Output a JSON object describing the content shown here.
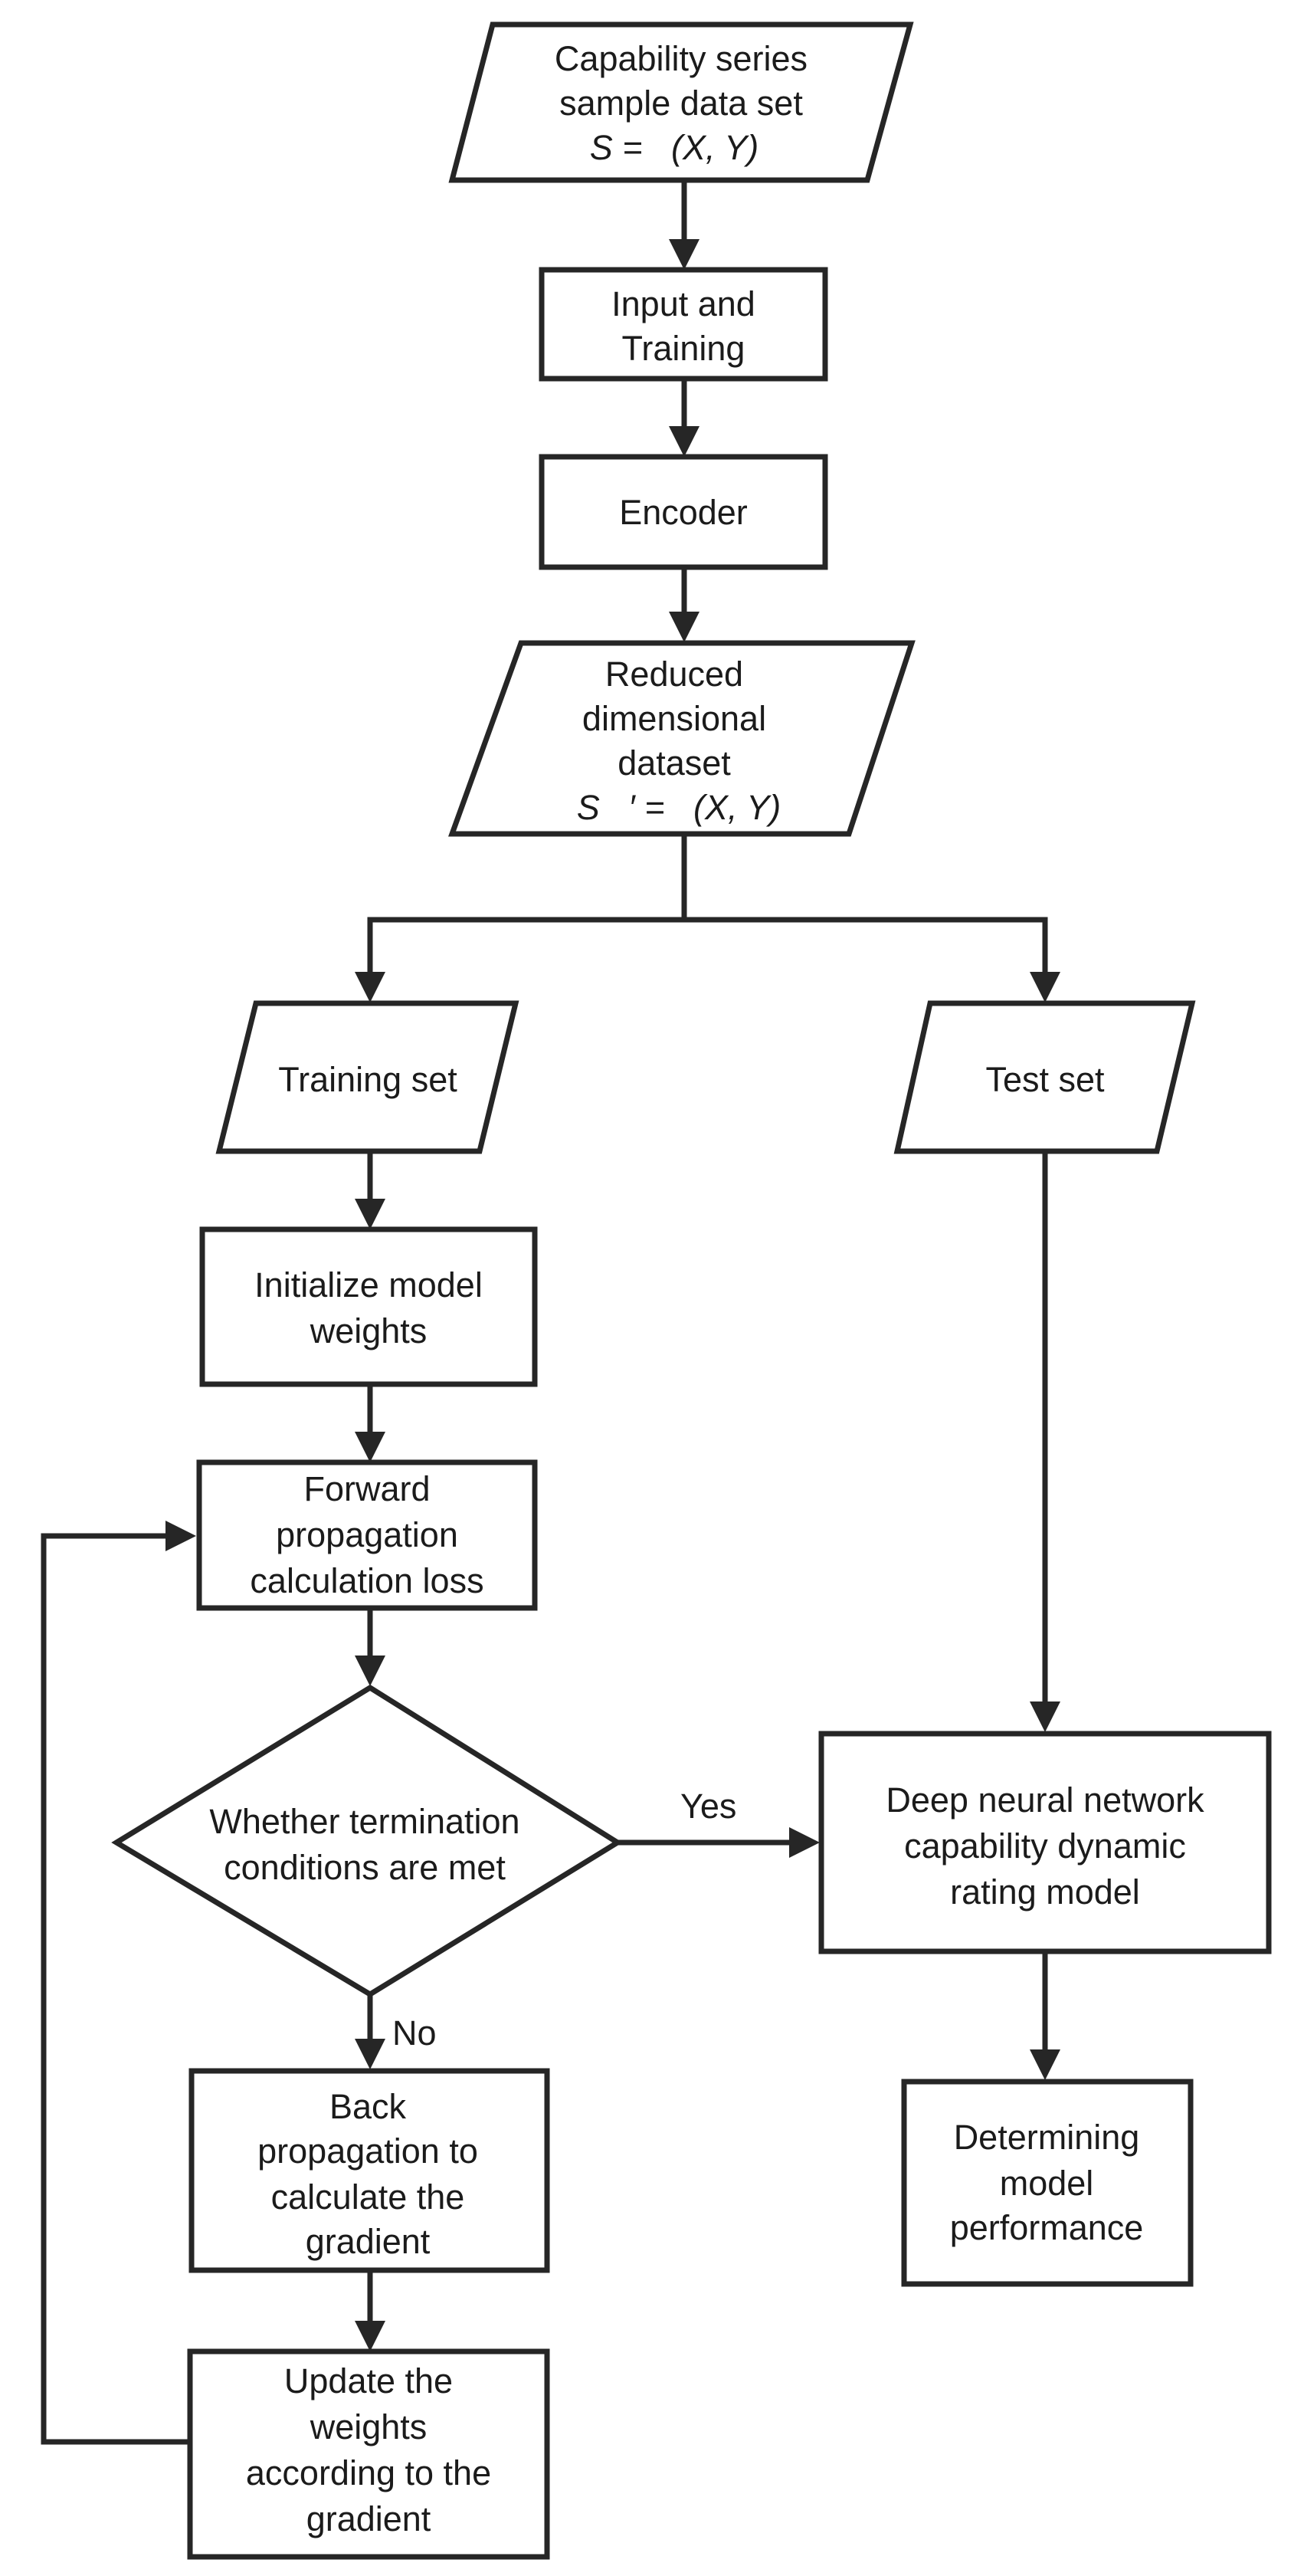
{
  "nodes": {
    "sample_data": {
      "shape": "parallelogram",
      "lines": [
        "Capability series",
        "sample data set",
        "S =   (X, Y)"
      ]
    },
    "input_training": {
      "shape": "rectangle",
      "lines": [
        "Input and",
        "Training"
      ]
    },
    "encoder": {
      "shape": "rectangle",
      "lines": [
        "Encoder"
      ]
    },
    "reduced_dataset": {
      "shape": "parallelogram",
      "lines": [
        "Reduced",
        "dimensional",
        "dataset",
        "S   ′ =   (X, Y)"
      ]
    },
    "training_set": {
      "shape": "parallelogram",
      "lines": [
        "Training set"
      ]
    },
    "test_set": {
      "shape": "parallelogram",
      "lines": [
        "Test set"
      ]
    },
    "init_weights": {
      "shape": "rectangle",
      "lines": [
        "Initialize model",
        "weights"
      ]
    },
    "forward_prop": {
      "shape": "rectangle",
      "lines": [
        "Forward",
        "propagation",
        "calculation loss"
      ]
    },
    "termination_check": {
      "shape": "diamond",
      "lines": [
        "Whether termination",
        "conditions are met"
      ]
    },
    "dnn_model": {
      "shape": "rectangle",
      "lines": [
        "Deep neural network",
        "capability dynamic",
        "rating model"
      ]
    },
    "determine_performance": {
      "shape": "rectangle",
      "lines": [
        "Determining",
        "model",
        "performance"
      ]
    },
    "back_prop": {
      "shape": "rectangle",
      "lines": [
        "Back",
        "propagation to",
        "calculate the",
        "gradient"
      ]
    },
    "update_weights": {
      "shape": "rectangle",
      "lines": [
        "Update the",
        "weights",
        "according to the",
        "gradient"
      ]
    }
  },
  "edges": [
    {
      "from": "sample_data",
      "to": "input_training"
    },
    {
      "from": "input_training",
      "to": "encoder"
    },
    {
      "from": "encoder",
      "to": "reduced_dataset"
    },
    {
      "from": "reduced_dataset",
      "to": "training_set"
    },
    {
      "from": "reduced_dataset",
      "to": "test_set"
    },
    {
      "from": "training_set",
      "to": "init_weights"
    },
    {
      "from": "init_weights",
      "to": "forward_prop"
    },
    {
      "from": "forward_prop",
      "to": "termination_check"
    },
    {
      "from": "termination_check",
      "to": "dnn_model",
      "label": "Yes"
    },
    {
      "from": "termination_check",
      "to": "back_prop",
      "label": "No"
    },
    {
      "from": "test_set",
      "to": "dnn_model"
    },
    {
      "from": "dnn_model",
      "to": "determine_performance"
    },
    {
      "from": "back_prop",
      "to": "update_weights"
    },
    {
      "from": "update_weights",
      "to": "forward_prop"
    }
  ],
  "colors": {
    "stroke": "#262626",
    "text": "#1b1b1b",
    "background": "#ffffff"
  }
}
